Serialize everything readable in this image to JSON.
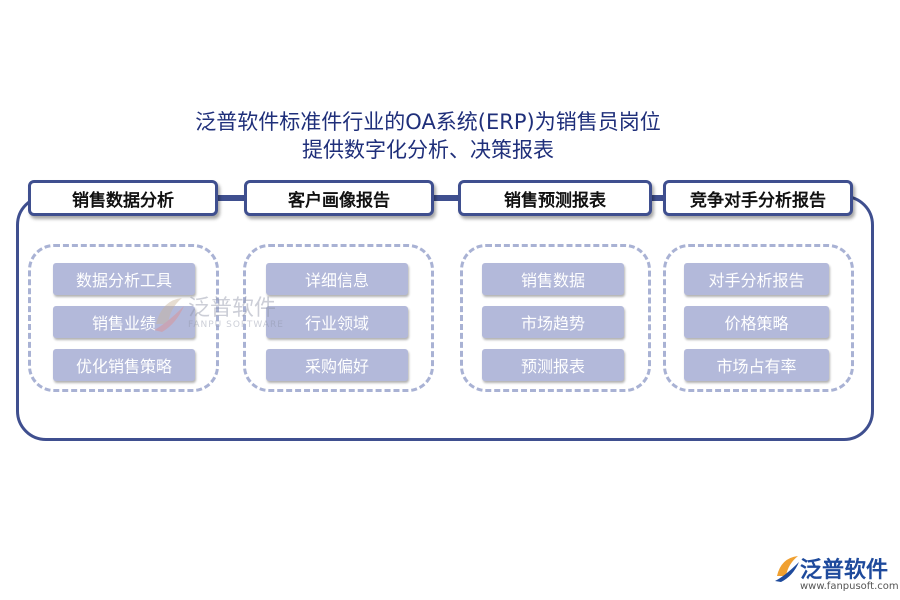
{
  "title": {
    "line1": "泛普软件标准件行业的OA系统(ERP)为销售员岗位",
    "line2": "提供数字化分析、决策报表"
  },
  "columns": [
    {
      "header": "销售数据分析",
      "items": [
        "数据分析工具",
        "销售业绩",
        "优化销售策略"
      ]
    },
    {
      "header": "客户画像报告",
      "items": [
        "详细信息",
        "行业领域",
        "采购偏好"
      ]
    },
    {
      "header": "销售预测报表",
      "items": [
        "销售数据",
        "市场趋势",
        "预测报表"
      ]
    },
    {
      "header": "竞争对手分析报告",
      "items": [
        "对手分析报告",
        "价格策略",
        "市场占有率"
      ]
    }
  ],
  "watermark": {
    "text": "泛普软件",
    "sub": "FANPU SOFTWARE"
  },
  "logo": {
    "text": "泛普软件",
    "url": "www.fanpusoft.com"
  },
  "colors": {
    "primary": "#3f4f8f",
    "item_fill": "#b3b9da",
    "dashed": "#a9b2d4",
    "title": "#1f2f7a"
  }
}
